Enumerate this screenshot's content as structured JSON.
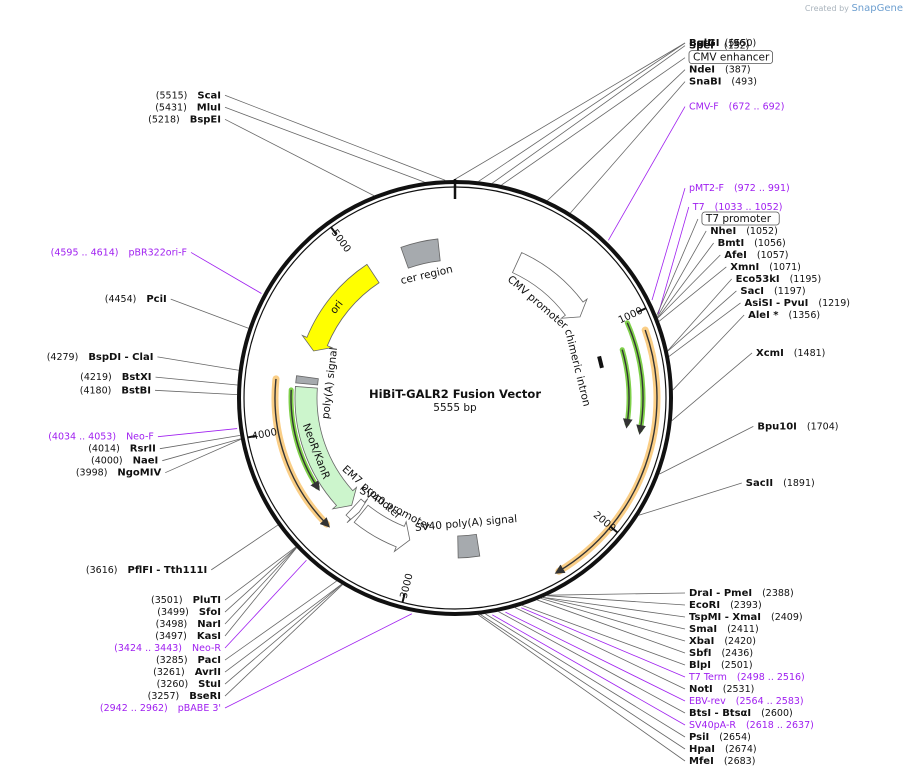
{
  "brand": {
    "prefix": "Created by",
    "name": "SnapGene"
  },
  "plasmid": {
    "name": "HiBiT-GALR2 Fusion Vector",
    "size_label": "5555 bp",
    "length": 5555
  },
  "ticks": [
    {
      "pos": 1000,
      "label": "1000"
    },
    {
      "pos": 2000,
      "label": "2000"
    },
    {
      "pos": 3000,
      "label": "3000"
    },
    {
      "pos": 4000,
      "label": "4000"
    },
    {
      "pos": 5000,
      "label": "5000"
    }
  ],
  "sites": [
    {
      "name": "ScaI",
      "pos_label": "(5515)",
      "pos": 5515,
      "side": "L"
    },
    {
      "name": "MluI",
      "pos_label": "(5431)",
      "pos": 5431,
      "side": "L"
    },
    {
      "name": "BspEI",
      "pos_label": "(5218)",
      "pos": 5218,
      "side": "L"
    },
    {
      "name": "BglII",
      "pos_label": "(5550)",
      "pos": 5550,
      "side": "R"
    },
    {
      "name": "BsrGI",
      "pos_label": "(96)",
      "pos": 96,
      "side": "R"
    },
    {
      "name": "SpeI",
      "pos_label": "(152)",
      "pos": 152,
      "side": "R"
    },
    {
      "name": "NdeI",
      "pos_label": "(387)",
      "pos": 387,
      "side": "R"
    },
    {
      "name": "SnaBI",
      "pos_label": "(493)",
      "pos": 493,
      "side": "R"
    },
    {
      "name": "NheI",
      "pos_label": "(1052)",
      "pos": 1052,
      "side": "R"
    },
    {
      "name": "BmtI",
      "pos_label": "(1056)",
      "pos": 1056,
      "side": "R"
    },
    {
      "name": "AfeI",
      "pos_label": "(1057)",
      "pos": 1057,
      "side": "R"
    },
    {
      "name": "XmnI",
      "pos_label": "(1071)",
      "pos": 1071,
      "side": "R"
    },
    {
      "name": "Eco53kI",
      "pos_label": "(1195)",
      "pos": 1195,
      "side": "R"
    },
    {
      "name": "SacI",
      "pos_label": "(1197)",
      "pos": 1197,
      "side": "R"
    },
    {
      "name": "AsiSI - PvuI",
      "pos_label": "(1219)",
      "pos": 1219,
      "side": "R"
    },
    {
      "name": "AleI *",
      "pos_label": "(1356)",
      "pos": 1356,
      "side": "R"
    },
    {
      "name": "XcmI",
      "pos_label": "(1481)",
      "pos": 1481,
      "side": "R"
    },
    {
      "name": "Bpu10I",
      "pos_label": "(1704)",
      "pos": 1704,
      "side": "R"
    },
    {
      "name": "SacII",
      "pos_label": "(1891)",
      "pos": 1891,
      "side": "R"
    },
    {
      "name": "DraI - PmeI",
      "pos_label": "(2388)",
      "pos": 2388,
      "side": "R"
    },
    {
      "name": "EcoRI",
      "pos_label": "(2393)",
      "pos": 2393,
      "side": "R"
    },
    {
      "name": "TspMI - XmaI",
      "pos_label": "(2409)",
      "pos": 2409,
      "side": "R"
    },
    {
      "name": "SmaI",
      "pos_label": "(2411)",
      "pos": 2411,
      "side": "R"
    },
    {
      "name": "XbaI",
      "pos_label": "(2420)",
      "pos": 2420,
      "side": "R"
    },
    {
      "name": "SbfI",
      "pos_label": "(2436)",
      "pos": 2436,
      "side": "R"
    },
    {
      "name": "BlpI",
      "pos_label": "(2501)",
      "pos": 2501,
      "side": "R"
    },
    {
      "name": "NotI",
      "pos_label": "(2531)",
      "pos": 2531,
      "side": "R"
    },
    {
      "name": "BtsI - BtsαI",
      "pos_label": "(2600)",
      "pos": 2600,
      "side": "R"
    },
    {
      "name": "PsiI",
      "pos_label": "(2654)",
      "pos": 2654,
      "side": "R"
    },
    {
      "name": "HpaI",
      "pos_label": "(2674)",
      "pos": 2674,
      "side": "R"
    },
    {
      "name": "MfeI",
      "pos_label": "(2683)",
      "pos": 2683,
      "side": "R"
    },
    {
      "name": "BseRI",
      "pos_label": "(3257)",
      "pos": 3257,
      "side": "L"
    },
    {
      "name": "StuI",
      "pos_label": "(3260)",
      "pos": 3260,
      "side": "L"
    },
    {
      "name": "AvrII",
      "pos_label": "(3261)",
      "pos": 3261,
      "side": "L"
    },
    {
      "name": "PacI",
      "pos_label": "(3285)",
      "pos": 3285,
      "side": "L"
    },
    {
      "name": "KasI",
      "pos_label": "(3497)",
      "pos": 3497,
      "side": "L"
    },
    {
      "name": "NarI",
      "pos_label": "(3498)",
      "pos": 3498,
      "side": "L"
    },
    {
      "name": "SfoI",
      "pos_label": "(3499)",
      "pos": 3499,
      "side": "L"
    },
    {
      "name": "PluTI",
      "pos_label": "(3501)",
      "pos": 3501,
      "side": "L"
    },
    {
      "name": "PflFI - Tth111I",
      "pos_label": "(3616)",
      "pos": 3616,
      "side": "L"
    },
    {
      "name": "NgoMIV",
      "pos_label": "(3998)",
      "pos": 3998,
      "side": "L"
    },
    {
      "name": "NaeI",
      "pos_label": "(4000)",
      "pos": 4000,
      "side": "L"
    },
    {
      "name": "RsrII",
      "pos_label": "(4014)",
      "pos": 4014,
      "side": "L"
    },
    {
      "name": "BstBI",
      "pos_label": "(4180)",
      "pos": 4180,
      "side": "L"
    },
    {
      "name": "BstXI",
      "pos_label": "(4219)",
      "pos": 4219,
      "side": "L"
    },
    {
      "name": "BspDI - ClaI",
      "pos_label": "(4279)",
      "pos": 4279,
      "side": "L"
    },
    {
      "name": "PciI",
      "pos_label": "(4454)",
      "pos": 4454,
      "side": "L"
    }
  ],
  "primers": [
    {
      "name": "CMV-F",
      "range": "(672 .. 692)",
      "pos": 682,
      "side": "R"
    },
    {
      "name": "pMT2-F",
      "range": "(972 .. 991)",
      "pos": 981,
      "side": "R"
    },
    {
      "name": "T7",
      "range": "(1033 .. 1052)",
      "pos": 1042,
      "side": "R"
    },
    {
      "name": "T7 Term",
      "range": "(2498 .. 2516)",
      "pos": 2507,
      "side": "R"
    },
    {
      "name": "EBV-rev",
      "range": "(2564 .. 2583)",
      "pos": 2573,
      "side": "R"
    },
    {
      "name": "SV40pA-R",
      "range": "(2618 .. 2637)",
      "pos": 2627,
      "side": "R"
    },
    {
      "name": "pBABE 3'",
      "range": "(2942 .. 2962)",
      "pos": 2952,
      "side": "L"
    },
    {
      "name": "Neo-R",
      "range": "(3424 .. 3443)",
      "pos": 3433,
      "side": "L"
    },
    {
      "name": "Neo-F",
      "range": "(4034 .. 4053)",
      "pos": 4043,
      "side": "L"
    },
    {
      "name": "pBR322ori-F",
      "range": "(4595 .. 4614)",
      "pos": 4604,
      "side": "L"
    }
  ],
  "boxed_labels": [
    {
      "name": "CMV enhancer",
      "pos": 190
    },
    {
      "name": "T7 promoter",
      "pos": 1045
    }
  ],
  "features": [
    {
      "name": "CMV promoter",
      "start": 380,
      "end": 880,
      "kind": "promoter",
      "dir": 1,
      "color": "#ffffff"
    },
    {
      "name": "chimeric intron",
      "start": 1140,
      "end": 1210,
      "kind": "intron",
      "dir": 1,
      "color": "#111111"
    },
    {
      "name": "SV40 poly(A) signal",
      "start": 2640,
      "end": 2760,
      "kind": "polyA",
      "dir": 0,
      "color": "#a6aaae"
    },
    {
      "name": "SV40 promoter",
      "start": 3050,
      "end": 3380,
      "kind": "promoter",
      "dir": -1,
      "color": "#ffffff"
    },
    {
      "name": "EM7 promoter",
      "start": 3395,
      "end": 3440,
      "kind": "promoter",
      "dir": -1,
      "color": "#ffffff"
    },
    {
      "name": "NeoR/KanR",
      "start": 3455,
      "end": 4230,
      "kind": "cds",
      "dir": -1,
      "color": "#ccf5cc"
    },
    {
      "name": "poly(A) signal",
      "start": 4250,
      "end": 4290,
      "kind": "polyA",
      "dir": 0,
      "color": "#a6aaae"
    },
    {
      "name": "ori",
      "start": 4450,
      "end": 5040,
      "kind": "origin",
      "dir": -1,
      "color": "#ffff00"
    },
    {
      "name": "cer region",
      "start": 5250,
      "end": 5460,
      "kind": "misc",
      "dir": 0,
      "color": "#a6aaae"
    }
  ],
  "orfs": [
    {
      "start": 1085,
      "end": 2300,
      "dir": 1,
      "r": 202,
      "color": "#333333",
      "orange": true
    },
    {
      "start": 1025,
      "end": 1540,
      "dir": 1,
      "r": 188,
      "color": "#333333",
      "orange": false
    },
    {
      "start": 1140,
      "end": 1520,
      "dir": 1,
      "r": 174,
      "color": "#333333",
      "orange": false
    },
    {
      "start": 3480,
      "end": 4260,
      "dir": -1,
      "r": 180,
      "color": "#333333",
      "orange": true
    },
    {
      "start": 3660,
      "end": 4210,
      "dir": -1,
      "r": 164,
      "color": "#333333",
      "orange": false
    }
  ],
  "colors": {
    "primer": "#a020f0",
    "backbone": "#111111",
    "orf_glow": "#f5a623",
    "orf_fill": "#7fd04a"
  }
}
